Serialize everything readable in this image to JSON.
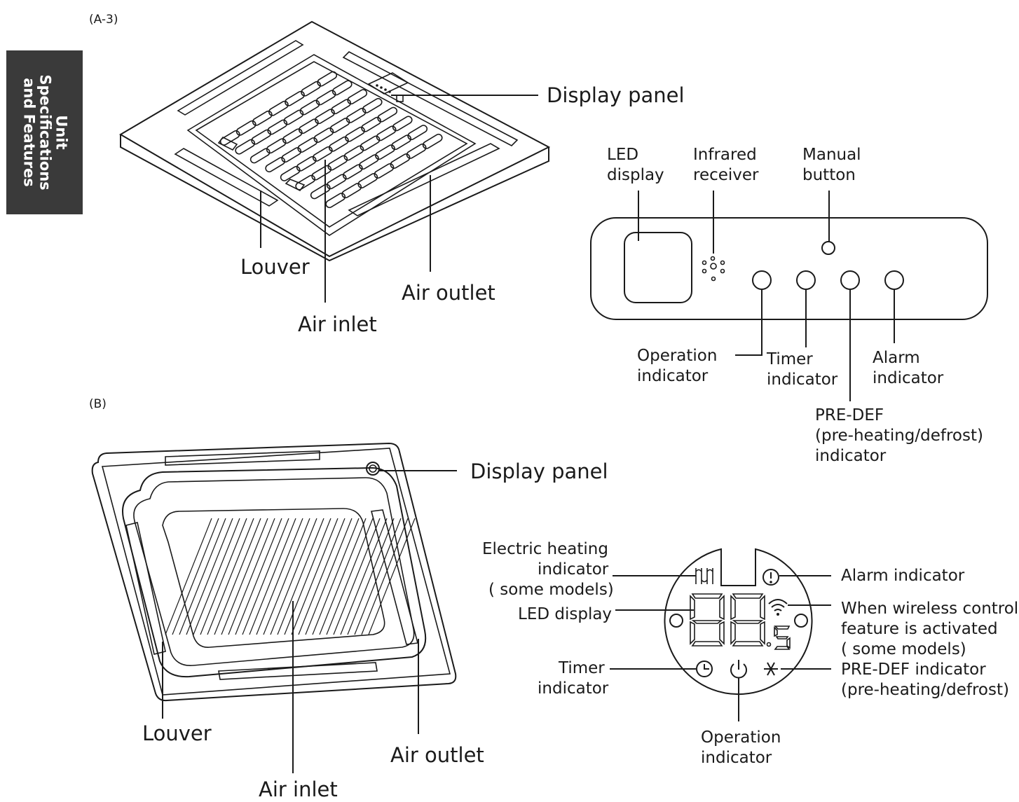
{
  "side_tab": {
    "line1": "Unit",
    "line2": "Specifications",
    "line3": "and Features"
  },
  "section_a": {
    "tag": "(A-3)",
    "display_panel": "Display panel",
    "louver": "Louver",
    "air_inlet": "Air inlet",
    "air_outlet": "Air outlet",
    "panel": {
      "led_display": [
        "LED",
        "display"
      ],
      "infrared_receiver": [
        "Infrared",
        "receiver"
      ],
      "manual_button": [
        "Manual",
        "button"
      ],
      "operation_indicator": [
        "Operation",
        "indicator"
      ],
      "timer_indicator": [
        "Timer",
        "indicator"
      ],
      "alarm_indicator": [
        "Alarm",
        "indicator"
      ],
      "predef_indicator": [
        "PRE-DEF",
        "(pre-heating/defrost)",
        "indicator"
      ]
    }
  },
  "section_b": {
    "tag": "(B)",
    "display_panel": "Display panel",
    "louver": "Louver",
    "air_inlet": "Air inlet",
    "air_outlet": "Air outlet",
    "panel": {
      "electric_heating": [
        "Electric heating",
        "indicator",
        "( some models)"
      ],
      "led_display": "LED display",
      "timer_indicator": [
        "Timer",
        "indicator"
      ],
      "operation_indicator": [
        "Operation",
        "indicator"
      ],
      "alarm_indicator": "Alarm indicator",
      "wireless": [
        "When wireless control",
        "feature is activated",
        "( some models)"
      ],
      "predef_indicator": [
        "PRE-DEF indicator",
        "(pre-heating/defrost)"
      ]
    }
  }
}
